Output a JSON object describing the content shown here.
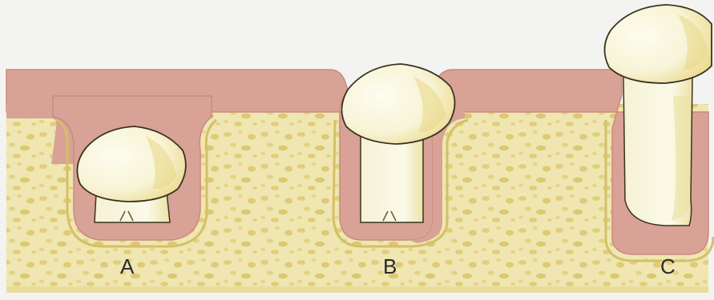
{
  "labels": {
    "stage_a": "A",
    "stage_b": "B",
    "stage_c": "C"
  },
  "colors": {
    "background": "#f3f3f1",
    "gum": "#d9a296",
    "gum_edge": "#c98a7f",
    "bone": "#efe6b2",
    "bone_pore": "#e2d07c",
    "bone_rim": "#d4c067",
    "tooth": "#fbf9e4",
    "tooth_shade": "#ecdf8c",
    "outline": "#3b3324"
  }
}
